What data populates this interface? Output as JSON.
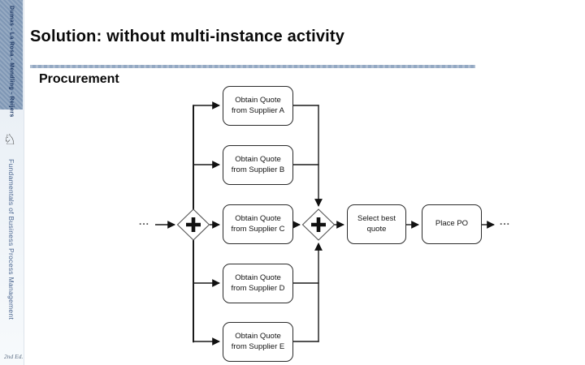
{
  "slide": {
    "title": "Solution: without multi-instance activity",
    "subtitle": "Procurement"
  },
  "sidebar": {
    "authors": "Dumas - La Rosa - Mendling - Reijers",
    "book_title": "Fundamentals of Business Process Management",
    "edition": "2nd Ed.",
    "publisher_icon": "springer-knight-icon",
    "knight_glyph": "♘"
  },
  "diagram": {
    "type": "bpmn-process",
    "pool_label": "Procurement",
    "tasks": [
      {
        "id": "task-a",
        "label": "Obtain Quote from Supplier A"
      },
      {
        "id": "task-b",
        "label": "Obtain Quote from Supplier B"
      },
      {
        "id": "task-c",
        "label": "Obtain Quote from Supplier C"
      },
      {
        "id": "task-d",
        "label": "Obtain Quote from Supplier D"
      },
      {
        "id": "task-e",
        "label": "Obtain Quote from Supplier E"
      },
      {
        "id": "task-select",
        "label": "Select best quote"
      },
      {
        "id": "task-po",
        "label": "Place PO"
      }
    ],
    "gateways": [
      {
        "id": "gateway-split",
        "type": "parallel-split",
        "symbol": "+"
      },
      {
        "id": "gateway-join",
        "type": "parallel-join",
        "symbol": "+"
      }
    ],
    "ellipsis_before": "...",
    "ellipsis_after": "..."
  },
  "colors": {
    "divider": "#94a9c3",
    "authors_patch": "#7f97b5",
    "line": "#1a1a1a",
    "task_border": "#2b2b2b",
    "gateway_stroke": "#555555"
  }
}
